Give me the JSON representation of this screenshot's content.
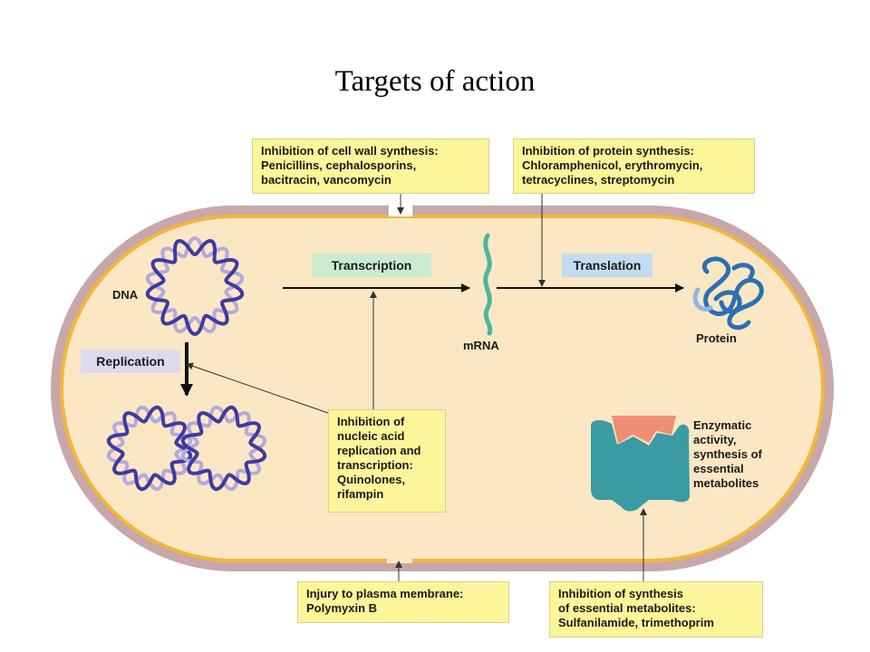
{
  "title": "Targets of action",
  "boxes": {
    "cell_wall": {
      "lines": [
        "Inhibition of cell wall synthesis:",
        "Penicillins, cephalosporins,",
        "bacitracin, vancomycin"
      ]
    },
    "protein": {
      "lines": [
        "Inhibition of protein synthesis:",
        "Chloramphenicol, erythromycin,",
        "tetracyclines, streptomycin"
      ]
    },
    "nucleic": {
      "lines": [
        "Inhibition of",
        "nucleic acid",
        "replication and",
        "transcription:",
        "Quinolones,",
        "rifampin"
      ]
    },
    "membrane": {
      "lines": [
        "Injury to plasma membrane:",
        "Polymyxin B"
      ]
    },
    "metabolites": {
      "lines": [
        "Inhibition of synthesis",
        "of essential metabolites:",
        "Sulfanilamide, trimethoprim"
      ]
    }
  },
  "processes": {
    "transcription": "Transcription",
    "translation": "Translation",
    "replication": "Replication"
  },
  "labels": {
    "dna": "DNA",
    "mrna": "mRNA",
    "protein": "Protein",
    "enzymatic": [
      "Enzymatic",
      "activity,",
      "synthesis of",
      "essential",
      "metabolites"
    ]
  },
  "colors": {
    "cell_wall": "#c7a7aa",
    "membrane": "#f2b73a",
    "cytoplasm": "#fbe7c4",
    "annotation_box": "#fcf59a",
    "transcription_pill": "#c9ecd0",
    "translation_pill": "#c3dcef",
    "replication_pill": "#dfd9ee",
    "dna_dark": "#3d3aa3",
    "dna_light": "#b3a9db",
    "mrna": "#4fb59a",
    "protein": "#2c6fb3",
    "enzyme": "#3a9ba3",
    "substrate": "#ef8e77"
  }
}
